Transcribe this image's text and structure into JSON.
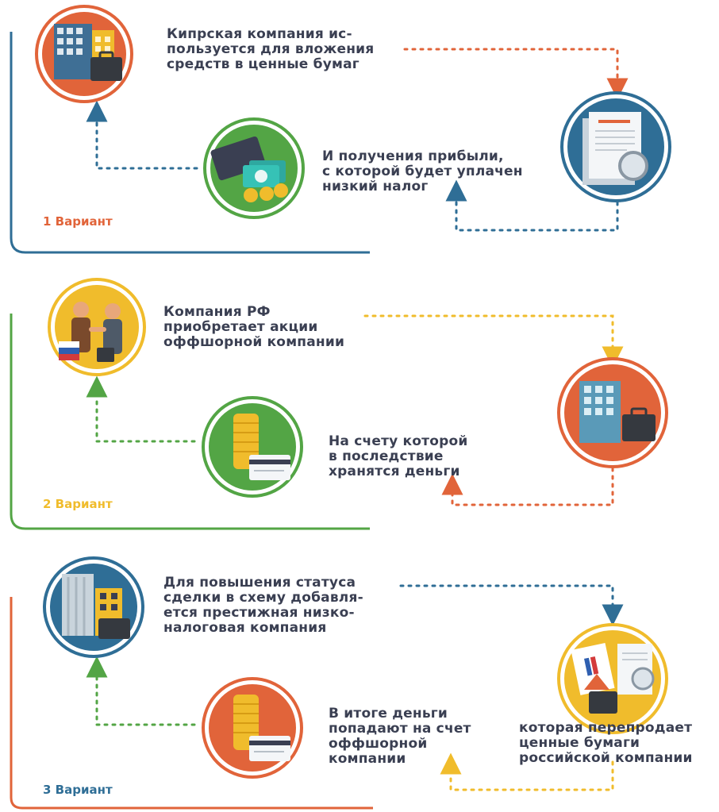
{
  "colors": {
    "text": "#3a3f52",
    "blue": "#2f6e96",
    "green": "#53a545",
    "orange": "#e1643a",
    "yellow": "#f0bc2c"
  },
  "variants": [
    {
      "label": "1 Вариант",
      "label_color": "#e1643a",
      "step1": "Кипрская компания ис-\nпользуется для вложения\nсредств в ценные бумаг",
      "step1_icon": "office-building-briefcase-icon",
      "step2_icon": "agreement-document-icon",
      "step3": "И получения прибыли,\nс которой будет уплачен\nнизкий налог",
      "step3_icon": "wallet-money-icon"
    },
    {
      "label": "2 Вариант",
      "label_color": "#f0bc2c",
      "step1": "Компания РФ\nприобретает акции\nоффшорной компании",
      "step1_icon": "business-handshake-icon",
      "step2_icon": "office-building-briefcase-icon",
      "step3": "На счету которой\nв последствие\nхранятся деньги",
      "step3_icon": "coins-credit-card-icon"
    },
    {
      "label": "3 Вариант",
      "label_color": "#2f6e96",
      "step1": "Для повышения статуса\nсделки в схему добавля-\nется престижная низко-\nналоговая компания",
      "step1_icon": "office-buildings-icon",
      "step2": "которая перепродает\nценные бумаги\nроссийской компании",
      "step2_icon": "documents-transfer-icon",
      "step3": "В итоге деньги\nпопадают на счет\nоффшорной\nкомпании",
      "step3_icon": "coins-credit-card-icon"
    }
  ]
}
